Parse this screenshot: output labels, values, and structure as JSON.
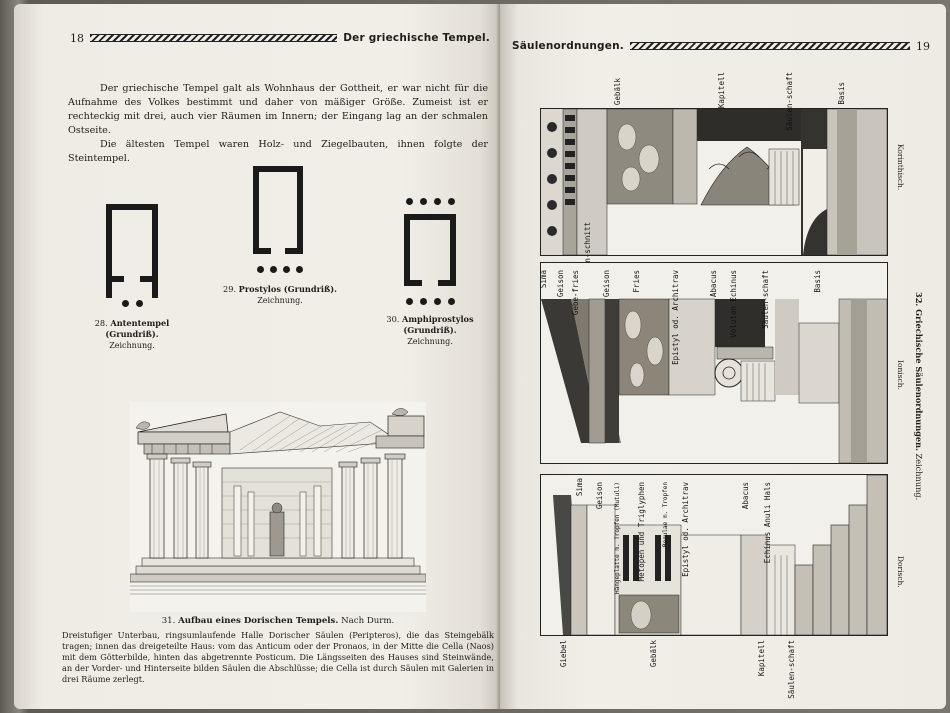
{
  "left_page": {
    "page_number": "18",
    "running_title": "Der griechische Tempel.",
    "intro_paragraphs": [
      "Der griechische Tempel galt als Wohnhaus der Gottheit, er war nicht für die Aufnahme des Volkes bestimmt und daher von mäßiger Größe. Zumeist ist er rechteckig mit drei, auch vier Räumen im Innern; der Eingang lag an der schmalen Ostseite.",
      "Die ältesten Tempel waren Holz- und Ziegelbauten, ihnen folgte der Steintempel."
    ],
    "figures": [
      {
        "number": "28.",
        "title": "Antentempel (Grundriß).",
        "subtitle": "Zeichnung."
      },
      {
        "number": "29.",
        "title": "Prostylos (Grundriß).",
        "subtitle": "Zeichnung."
      },
      {
        "number": "30.",
        "title": "Amphiprostylos (Grundriß).",
        "subtitle": "Zeichnung."
      }
    ],
    "figure31": {
      "number": "31.",
      "title": "Aufbau eines Dorischen Tempels.",
      "credit": "Nach Durm."
    },
    "description": "Dreistufiger Unterbau, ringsumlaufende Halle Dorischer Säulen (Peripteros), die das Steingebälk tragen; innen das dreigeteilte Haus: vom das Anticum oder der Pronaos, in der Mitte die Cella (Naos) mit dem Götterbilde, hinten das abgetrennte Posticum. Die Längsseiten des Hauses sind Steinwände, an der Vorder- und Hinterseite bilden Säulen die Abschlüsse; die Cella ist durch Säulen mit Galerien in drei Räume zerlegt."
  },
  "right_page": {
    "page_number": "19",
    "running_title": "Säulenordnungen.",
    "figure_caption": "32. Griechische Säulenordnungen.",
    "figure_caption_sub": "Zeichnung.",
    "orders": [
      {
        "name": "Korinthisch.",
        "labels": [
          "Gebälk",
          "Kapitell",
          "Säulen-schaft",
          "Basis",
          "Zahn-schnitt"
        ]
      },
      {
        "name": "Ionisch.",
        "labels": [
          "Sima",
          "Geison",
          "Gebe-fries",
          "Geison",
          "Fries",
          "Epistyl od. Architrav",
          "Abacus",
          "Voluten Echinus",
          "Säulen-schaft",
          "Basis"
        ]
      },
      {
        "name": "Dorisch.",
        "labels": [
          "Sima",
          "Geison",
          "Hängeplatte m. Tropfen (Mutuli)",
          "Metopen und Triglyphen",
          "Regulae m. Tropfen",
          "Epistyl od. Architrav",
          "Abacus",
          "Echinus Anuli Hals",
          "Giebel",
          "Gebälk",
          "Kapitell",
          "Säulen-schaft"
        ]
      }
    ]
  },
  "colors": {
    "ink": "#1a1a1a",
    "paper": "#efece5"
  }
}
